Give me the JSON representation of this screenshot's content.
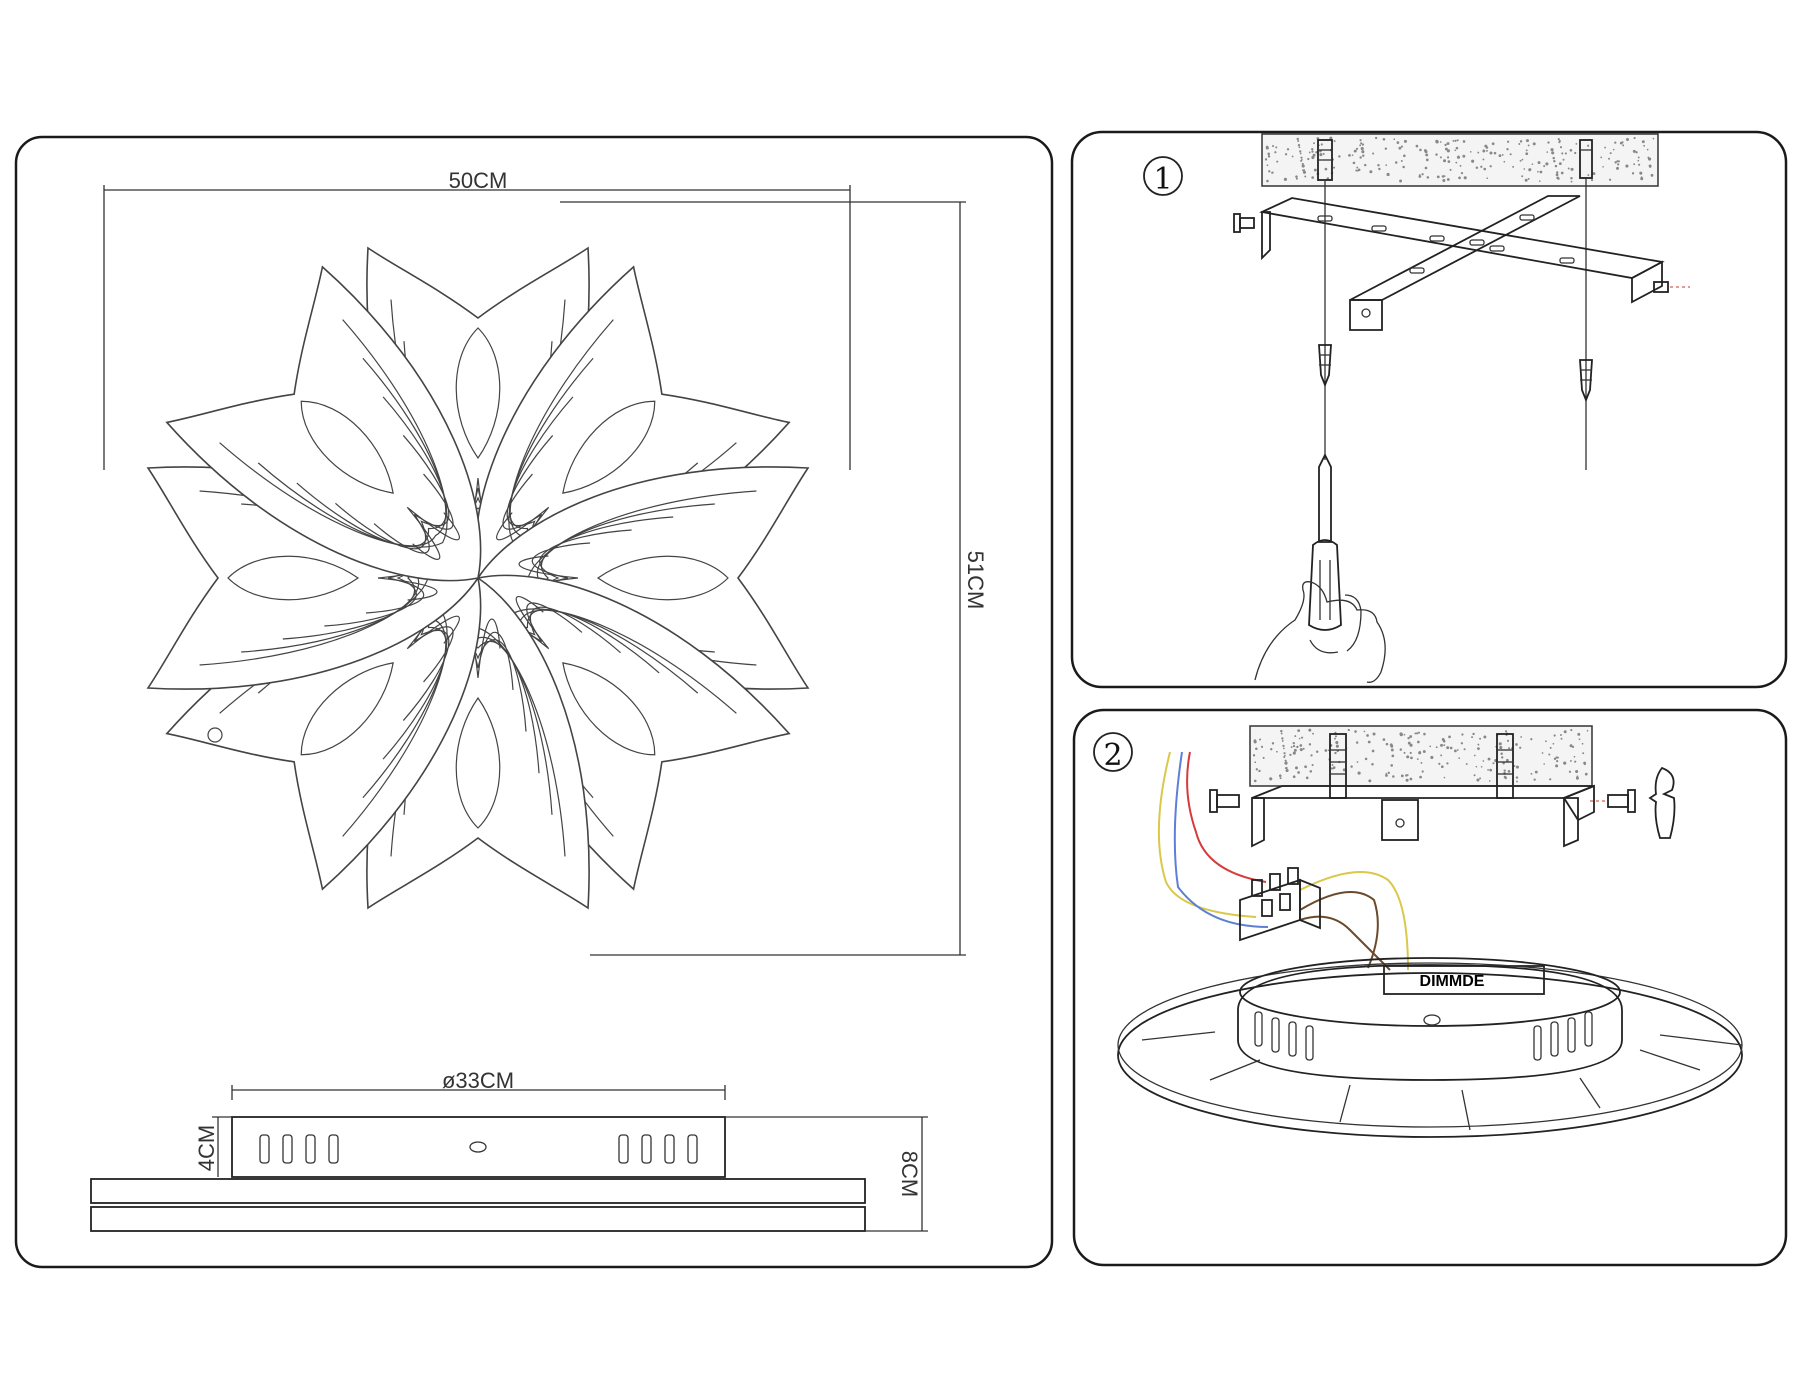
{
  "dimensions": {
    "width": "50CM",
    "height": "51CM",
    "diameter": "ø33CM",
    "base_height": "4CM",
    "total_height": "8CM"
  },
  "steps": [
    {
      "number": "1",
      "symbol": "①"
    },
    {
      "number": "2",
      "symbol": "②"
    }
  ],
  "driver_label": "DIMMDE",
  "wires": {
    "yellow": "#d9c94a",
    "blue": "#5d7fd6",
    "red": "#d63a3a",
    "brown": "#6b4a2b"
  }
}
